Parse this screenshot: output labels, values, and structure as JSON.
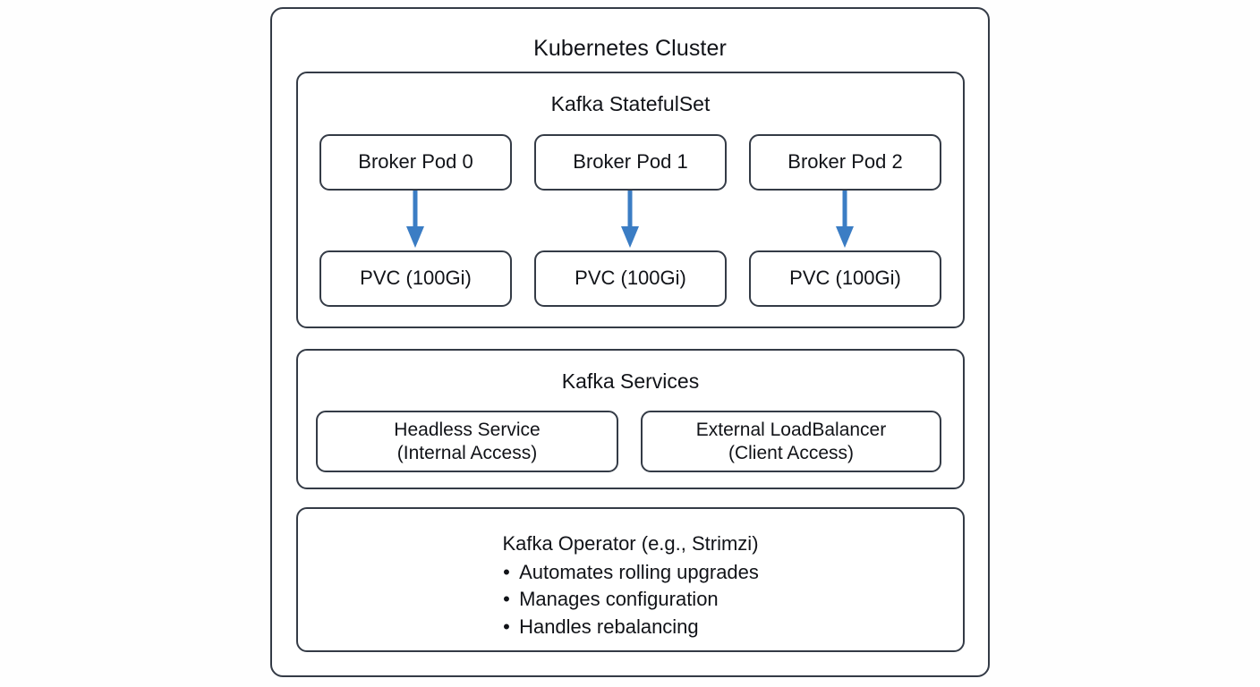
{
  "diagram": {
    "title": "Kubernetes Cluster",
    "theme": {
      "border_color": "#343b46",
      "arrow_color": "#3b7dc4",
      "background": "#fefefe",
      "text_color": "#111318"
    },
    "sections": {
      "statefulset": {
        "title": "Kafka StatefulSet",
        "brokers": [
          {
            "label": "Broker Pod 0"
          },
          {
            "label": "Broker Pod 1"
          },
          {
            "label": "Broker Pod 2"
          }
        ],
        "volumes": [
          {
            "label": "PVC (100Gi)"
          },
          {
            "label": "PVC (100Gi)"
          },
          {
            "label": "PVC (100Gi)"
          }
        ],
        "arrow_icon": "arrow-down-icon"
      },
      "services": {
        "title": "Kafka Services",
        "items": [
          {
            "name": "Headless Service",
            "scope": "(Internal Access)"
          },
          {
            "name": "External LoadBalancer",
            "scope": "(Client Access)"
          }
        ]
      },
      "operator": {
        "title": "Kafka Operator (e.g., Strimzi)",
        "bullets": [
          "Automates rolling upgrades",
          "Manages configuration",
          "Handles rebalancing"
        ]
      }
    }
  }
}
